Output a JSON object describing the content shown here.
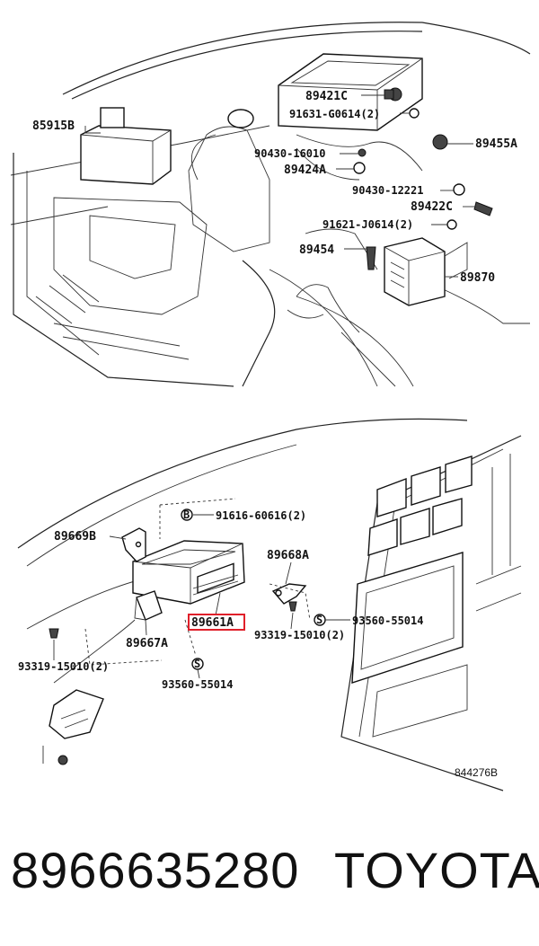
{
  "diagram": {
    "top_labels": {
      "l85915B": "85915B",
      "l89421C": "89421C",
      "l91631": "91631-G0614(2)",
      "l89455A": "89455A",
      "l90430a": "90430-16010",
      "l89424A": "89424A",
      "l90430b": "90430-12221",
      "l89422C": "89422C",
      "l91621": "91621-J0614(2)",
      "l89454": "89454",
      "l89870": "89870"
    },
    "bottom_labels": {
      "l91616": "91616-60616(2)",
      "l89669B": "89669B",
      "l89668A": "89668A",
      "l89661A": "89661A",
      "l93560a": "93560-55014",
      "l89667A": "89667A",
      "l93319a": "93319-15010(2)",
      "l93319b": "93319-15010(2)",
      "l93560b": "93560-55014"
    },
    "highlighted_part": "89661A",
    "highlight_color": "#e0202a",
    "ref_code": "844276B"
  },
  "footer": {
    "part_number": "8966635280",
    "brand": "TOYOTA"
  }
}
